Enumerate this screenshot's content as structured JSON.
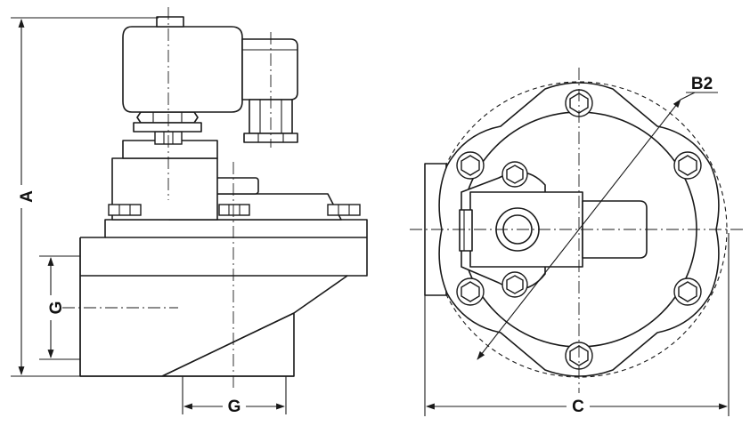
{
  "labels": {
    "a": "A",
    "b2": "B2",
    "c": "C",
    "g_vertical": "G",
    "g_horizontal": "G"
  },
  "colors": {
    "line": "#1a1a1a",
    "background": "#ffffff"
  }
}
